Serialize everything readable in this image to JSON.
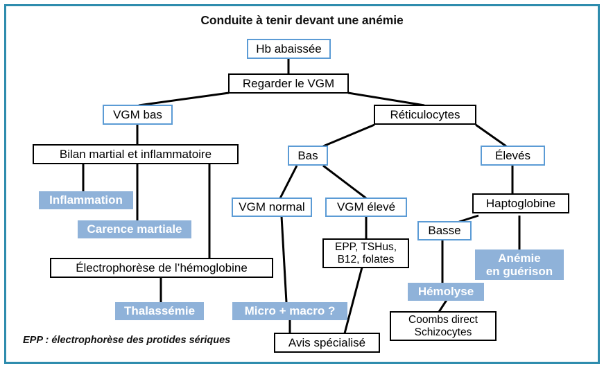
{
  "meta": {
    "title": "Conduite à tenir devant une anémie",
    "frame_color": "#2E8CAD",
    "blue_border_color": "#5B9BD5",
    "blue_fill_color": "#8FB2D9",
    "line_color": "#000000"
  },
  "diagram": {
    "type": "flowchart",
    "title": "Conduite à tenir devant une anémie",
    "footnote": "EPP : électrophorèse des protides sériques",
    "nodes": [
      {
        "id": "hb",
        "label": "Hb abaissée",
        "style": "blue-outline"
      },
      {
        "id": "vgm",
        "label": "Regarder le VGM",
        "style": "black-outline"
      },
      {
        "id": "vgm_bas",
        "label": "VGM bas",
        "style": "blue-outline"
      },
      {
        "id": "retic",
        "label": "Réticulocytes",
        "style": "black-outline"
      },
      {
        "id": "bilan",
        "label": "Bilan martial et inflammatoire",
        "style": "black-outline"
      },
      {
        "id": "bas",
        "label": "Bas",
        "style": "blue-outline"
      },
      {
        "id": "eleves",
        "label": "Élevés",
        "style": "blue-outline"
      },
      {
        "id": "inflammation",
        "label": "Inflammation",
        "style": "blue-fill"
      },
      {
        "id": "carence",
        "label": "Carence martiale",
        "style": "blue-fill"
      },
      {
        "id": "vgm_normal",
        "label": "VGM normal",
        "style": "blue-outline"
      },
      {
        "id": "vgm_eleve",
        "label": "VGM élevé",
        "style": "blue-outline"
      },
      {
        "id": "haptoglobine",
        "label": "Haptoglobine",
        "style": "black-outline"
      },
      {
        "id": "basse",
        "label": "Basse",
        "style": "blue-outline"
      },
      {
        "id": "epp",
        "label": "EPP, TSHus,\nB12, folates",
        "style": "black-outline"
      },
      {
        "id": "anemie_guer",
        "label": "Anémie\nen guérison",
        "style": "blue-fill"
      },
      {
        "id": "electro",
        "label": "Électrophorèse de l’hémoglobine",
        "style": "black-outline"
      },
      {
        "id": "hemolyse",
        "label": "Hémolyse",
        "style": "blue-fill"
      },
      {
        "id": "thalassemie",
        "label": "Thalassémie",
        "style": "blue-fill"
      },
      {
        "id": "micro_macro",
        "label": "Micro + macro ?",
        "style": "blue-fill"
      },
      {
        "id": "coombs",
        "label": "Coombs direct\nSchizocytes",
        "style": "black-outline"
      },
      {
        "id": "avis",
        "label": "Avis spécialisé",
        "style": "black-outline"
      }
    ],
    "edges": [
      {
        "from": "hb",
        "to": "vgm"
      },
      {
        "from": "vgm",
        "to": "vgm_bas"
      },
      {
        "from": "vgm",
        "to": "retic"
      },
      {
        "from": "vgm_bas",
        "to": "bilan"
      },
      {
        "from": "retic",
        "to": "bas"
      },
      {
        "from": "retic",
        "to": "eleves"
      },
      {
        "from": "bilan",
        "to": "inflammation"
      },
      {
        "from": "bilan",
        "to": "carence"
      },
      {
        "from": "bilan",
        "to": "electro"
      },
      {
        "from": "bas",
        "to": "vgm_normal"
      },
      {
        "from": "bas",
        "to": "vgm_eleve"
      },
      {
        "from": "eleves",
        "to": "haptoglobine"
      },
      {
        "from": "haptoglobine",
        "to": "basse"
      },
      {
        "from": "haptoglobine",
        "to": "anemie_guer"
      },
      {
        "from": "vgm_eleve",
        "to": "epp"
      },
      {
        "from": "basse",
        "to": "hemolyse"
      },
      {
        "from": "electro",
        "to": "thalassemie"
      },
      {
        "from": "vgm_normal",
        "to": "micro_macro"
      },
      {
        "from": "micro_macro",
        "to": "avis"
      },
      {
        "from": "epp",
        "to": "avis"
      },
      {
        "from": "hemolyse",
        "to": "coombs"
      }
    ]
  }
}
